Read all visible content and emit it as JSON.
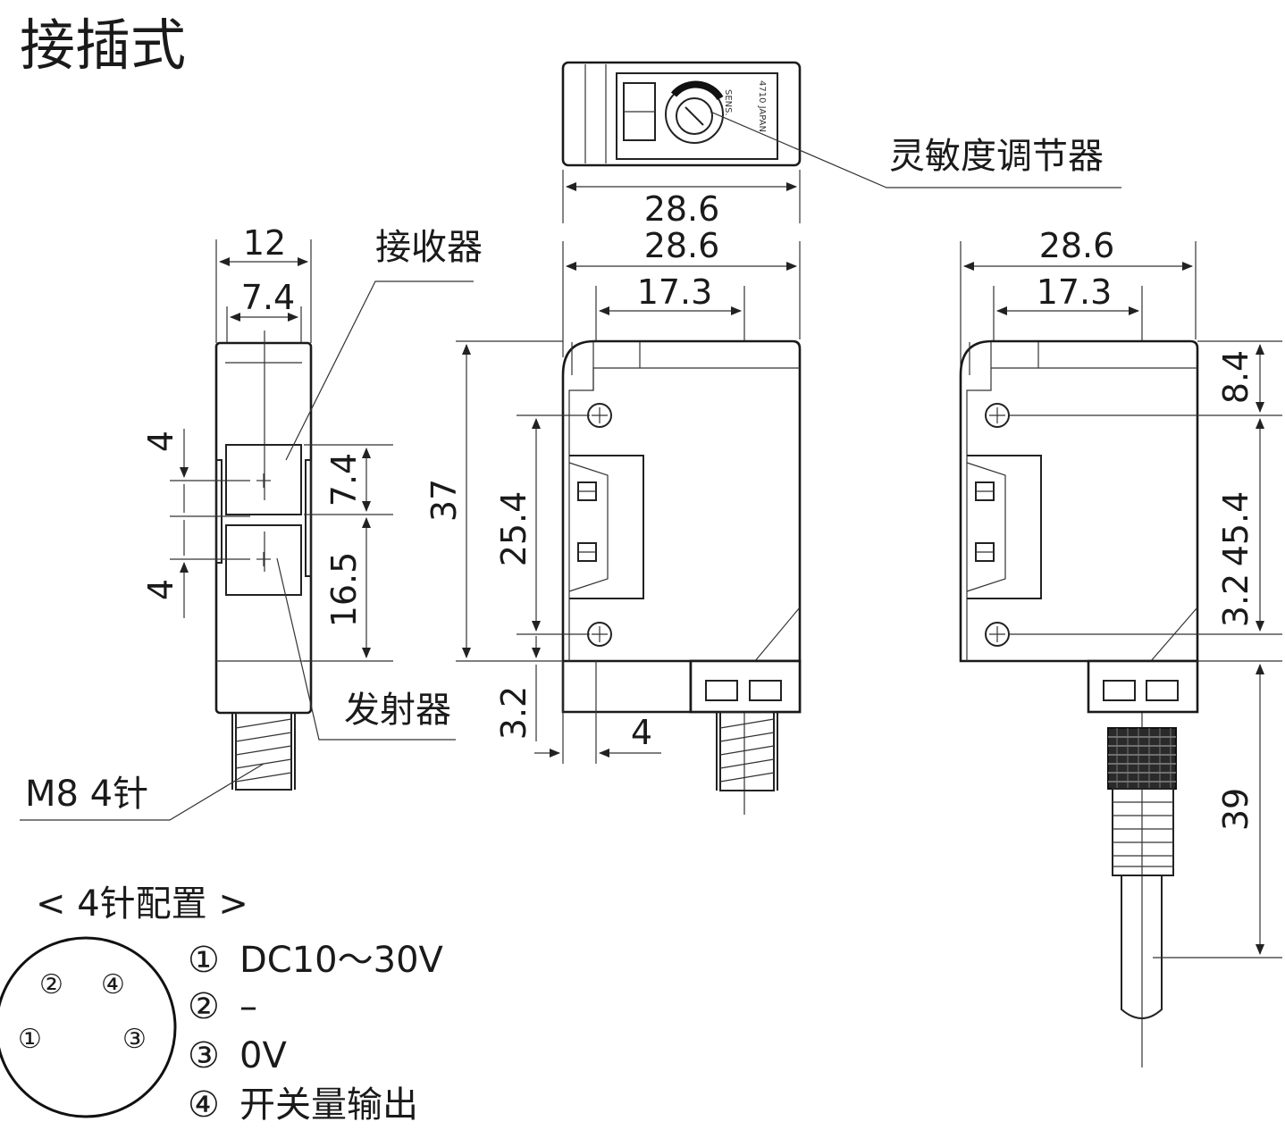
{
  "title": "接插式",
  "labels": {
    "sensitivity_adjuster": "灵敏度调节器",
    "receiver": "接收器",
    "emitter": "发射器",
    "connector": "M8 4针"
  },
  "sensor_markings": {
    "sens": "SENS.",
    "made_in": "4710 JAPAN"
  },
  "dimensions": {
    "top_width": "28.6",
    "front_width": "28.6",
    "front_lens_offset": "17.3",
    "right_width": "28.6",
    "right_lens_offset": "17.3",
    "side_width": "12",
    "side_lens_width": "7.4",
    "side_gap_top": "4",
    "side_gap_bottom": "4",
    "side_lens_height": "7.4",
    "side_lower": "16.5",
    "front_height": "37",
    "front_hole_pitch": "25.4",
    "front_bottom": "3.2",
    "front_connector_offset": "4",
    "right_top": "8.4",
    "right_mid": "45.4",
    "right_bottom": "3.2",
    "right_cable": "39"
  },
  "pin_config": {
    "heading": "< 4针配置 >",
    "pins": [
      {
        "num": "①",
        "desc": "DC10～30V"
      },
      {
        "num": "②",
        "desc": "–"
      },
      {
        "num": "③",
        "desc": "0V"
      },
      {
        "num": "④",
        "desc": "开关量输出"
      }
    ],
    "diagram_numbers": [
      "②",
      "④",
      "①",
      "③"
    ]
  }
}
